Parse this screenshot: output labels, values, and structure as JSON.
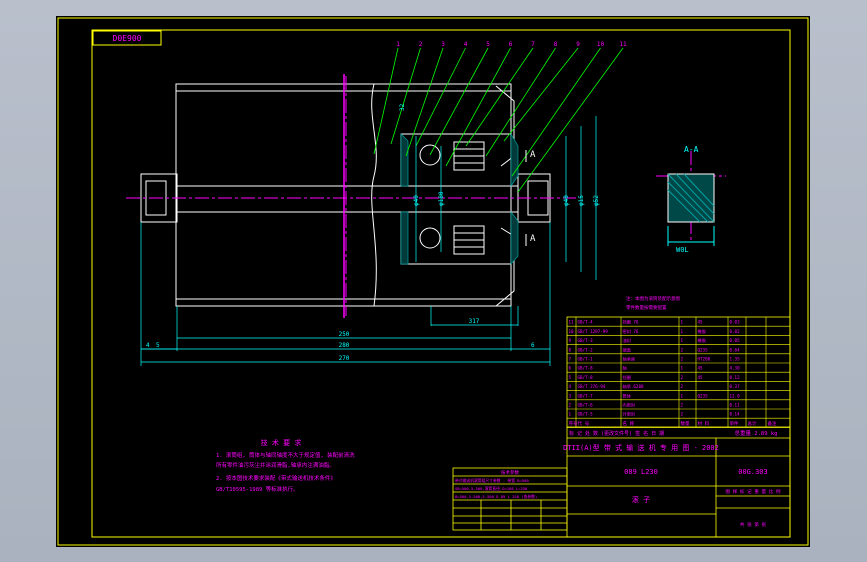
{
  "drawing": {
    "code_box": "D0E900",
    "section_label": "A-A",
    "section_width_dim": "W0L",
    "cut_mark_upper": "A",
    "cut_mark_lower": "A",
    "balloons": [
      "1",
      "2",
      "3",
      "4",
      "5",
      "6",
      "7",
      "8",
      "9",
      "10",
      "11"
    ],
    "dims": {
      "d_shaft": "φ40",
      "d_left": "φ75",
      "d_mid": "φ180",
      "d_right_a": "φ40",
      "d_right_b": "φ15",
      "d_right_c": "φ52",
      "len_body": "250",
      "len_mid": "280",
      "len_total": "270",
      "len_inner": "317",
      "small_a": "5",
      "small_b": "4",
      "small_c": "6",
      "tube": "32"
    },
    "notes": {
      "title": "技 术 要 求",
      "lines": [
        "1. 滚筒组, 筒体与轴同轴度不大于规定值, 装配前清洗",
        "   所有零件油污灰尘并涂润滑脂,轴承内注满油脂。",
        "2. 按本图技术要求装配《带式输送机技术条件》",
        "   GB/T10595-1989 等标准执行。"
      ]
    },
    "small_table_title": "技术参数",
    "small_table_lines": [
      "带式输送机滚筒组尺寸参数 , 带宽 B=500",
      "SB=500.5-500,滚筒直径,D=108 L=250",
      "B=500,5-500,5-500 D 89 L 250 (各参数)"
    ],
    "bom_note_1": "注：本图为滚筒装配示意图",
    "bom_note_2": "零件数量按需要配置",
    "bom_rows": [
      [
        "11",
        "GB/T-4",
        "挡圈 76",
        "1",
        "45",
        "0.03",
        ""
      ],
      [
        "10",
        "GB/T 1297-99",
        "密封 76",
        "1",
        "橡胶",
        "0.02",
        ""
      ],
      [
        "9",
        "GB/T-3",
        "油封",
        "1",
        "橡胶",
        "0.05",
        ""
      ],
      [
        "8",
        "GB/T-2",
        "端盖",
        "2",
        "Q235",
        "0.64",
        ""
      ],
      [
        "7",
        "GB/T-1",
        "轴承座",
        "2",
        "HT200",
        "1.35",
        ""
      ],
      [
        "6",
        "GB/T-8",
        "轴",
        "1",
        "45",
        "4.30",
        ""
      ],
      [
        "5",
        "GB/T-8",
        "挡圈",
        "2",
        "45",
        "0.12",
        ""
      ],
      [
        "4",
        "GB/T 276-94",
        "轴承 6208",
        "2",
        "",
        "0.37",
        ""
      ],
      [
        "3",
        "GB/T-7",
        "筒体",
        "1",
        "Q235",
        "12.0",
        ""
      ],
      [
        "2",
        "GB/T-6",
        "内密封",
        "2",
        "",
        "0.11",
        ""
      ],
      [
        "1",
        "GB/T-5",
        "外密封",
        "2",
        "",
        "0.14",
        ""
      ]
    ],
    "bom_header": [
      "序号",
      "代 号",
      "名 称",
      "数量",
      "材 料",
      "单件",
      "总计",
      "备注"
    ],
    "title_block": {
      "row1": "标 记   处 数   (更改文件号)  签 名   日 期",
      "weight": "总重量  2.89 kg",
      "title": "DTII(A)型 带 式 输 送 机 专 用 图 - 2002",
      "code": "089 L230",
      "dwg": "00G.303",
      "part_name": "滚 子",
      "scale_hdr": "图 样 标 记  重 量  比 例",
      "sheet": "共  张   第  张"
    }
  },
  "colors": {
    "frame": "#ffff00",
    "outline": "#ffffff",
    "dim": "#00ffff",
    "center": "#ff00ff",
    "text": "#ff00ff",
    "hatch": "#00a0a0",
    "leader": "#00ff00"
  }
}
